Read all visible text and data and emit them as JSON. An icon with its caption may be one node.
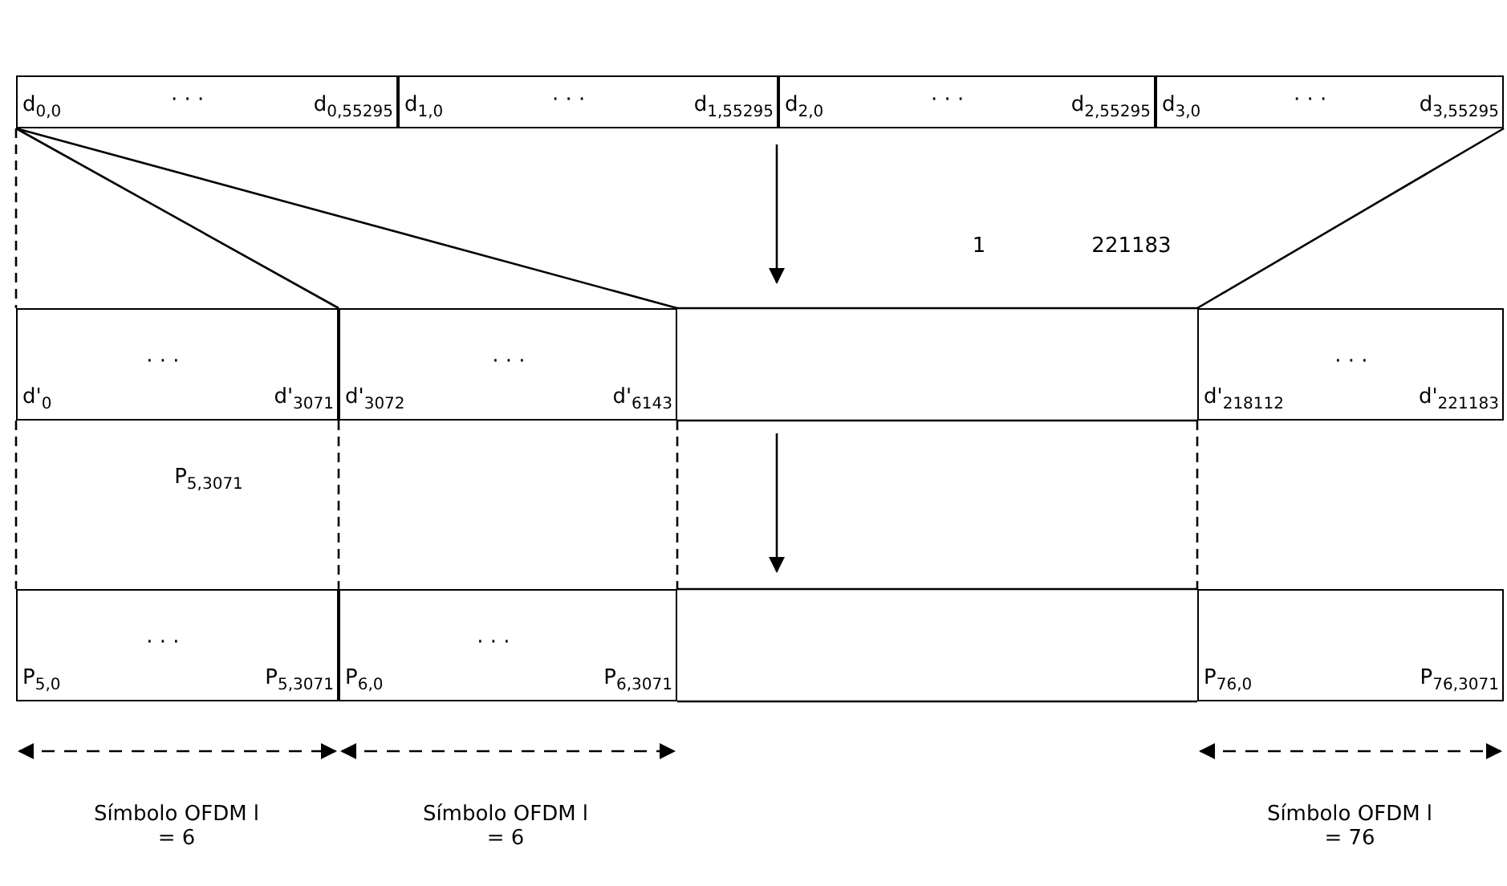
{
  "diagram": {
    "nodes": [
      {
        "text": [
          "d$_{0,0}$",
          "· · ·",
          "d$_{0,55295}$"
        ]
      },
      {
        "text": [
          "d$_{1,0}$",
          "· · ·",
          "d$_{1,55295}$"
        ]
      },
      {
        "text": [
          "d$_{2,0}$",
          "· · ·",
          "d$_{2,55295}$"
        ]
      },
      {
        "text": [
          "d$_{3,0}$",
          "· · ·",
          "d$_{3,55295}$"
        ]
      },
      {
        "text": [
          "d'$_{0}$",
          "· · ·",
          "d'$_{3071}$"
        ]
      },
      {
        "text": [
          "d'$_{3072}$",
          "· · ·",
          "d'$_{6143}$"
        ]
      },
      {
        "text": [
          "d'$_{218112}$",
          "· · ·",
          "d'$_{221183}$"
        ]
      },
      {
        "text": [
          "P$_{5,0}$",
          "· · ·",
          "P$_{5,3071}$"
        ]
      },
      {
        "text": [
          "P$_{6,0}$",
          "· · ·",
          "P$_{6,3071}$"
        ]
      },
      {
        "text": [
          "P$_{76,0}$",
          "P$_{76,3071}$"
        ]
      }
    ],
    "edges": [
      {
        "from": 0,
        "to": 4,
        "arrow": "none",
        "style": "dashed"
      },
      {
        "from": 0,
        "to": 4,
        "arrow": "none"
      },
      {
        "from": 0,
        "to": 5,
        "arrow": "none"
      },
      {
        "from": 3,
        "to": 6,
        "arrow": "none"
      },
      {
        "from": 4,
        "to": 7,
        "arrow": "none",
        "style": "dashed"
      },
      {
        "from": 5,
        "to": 8,
        "arrow": "none",
        "style": "dashed"
      },
      {
        "from": 5,
        "to": 8,
        "arrow": "none",
        "style": "dashed"
      },
      {
        "from": 6,
        "to": 9,
        "arrow": "none",
        "style": "dashed"
      }
    ],
    "labels": [
      "1",
      "221183",
      "P$_{5,3071}$",
      "Símbolo OFDM l = 6",
      "Símbolo OFDM l = 6",
      "Símbolo OFDM l = 76"
    ]
  }
}
